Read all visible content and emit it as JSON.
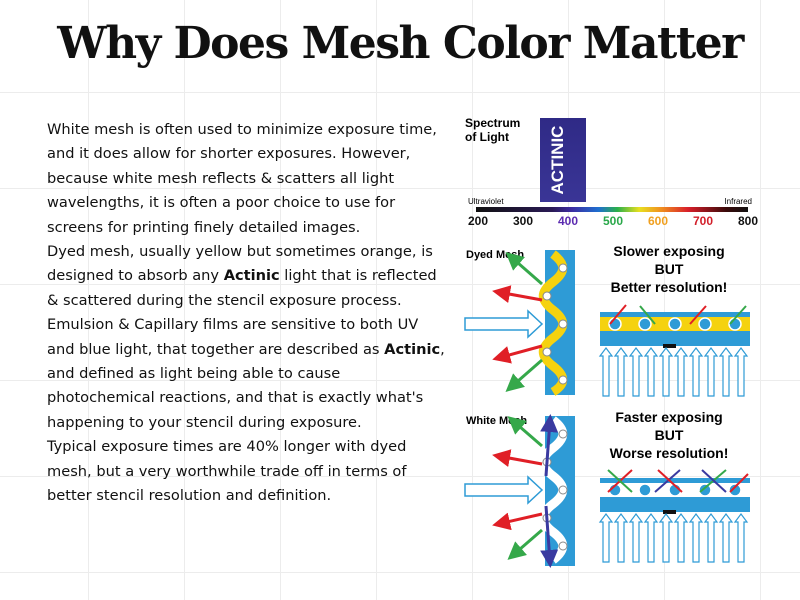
{
  "title": "Why Does Mesh Color Matter",
  "paragraphs": [
    "White mesh is often used to minimize exposure time, and it does allow for shorter exposures. However, because white mesh reflects & scatters all light wavelengths, it is often a poor choice to use for screens for printing finely detailed images.",
    "Dyed mesh, usually yellow but sometimes orange, is designed to absorb any <b>Actinic</b> light that is reflected & scattered during the stencil exposure process.",
    "Emulsion & Capillary films are sensitive to both UV and blue light, that together are described as <b>Actinic</b>, and defined as light being able to cause photochemical reactions, and that is exactly what's happening to your stencil during exposure.",
    "Typical exposure times are 40% longer with dyed mesh, but a very worthwhile trade off in terms of better stencil resolution and definition."
  ],
  "spectrum": {
    "label_line1": "Spectrum",
    "label_line2": "of Light",
    "band_label": "ACTINIC",
    "left_label": "Ultraviolet",
    "right_label": "Infrared",
    "ticks": [
      {
        "value": "200",
        "color": "#111111"
      },
      {
        "value": "300",
        "color": "#111111"
      },
      {
        "value": "400",
        "color": "#5b2bb0"
      },
      {
        "value": "500",
        "color": "#2aa84a"
      },
      {
        "value": "600",
        "color": "#f0a020"
      },
      {
        "value": "700",
        "color": "#d21f2a"
      },
      {
        "value": "800",
        "color": "#111111"
      }
    ]
  },
  "dyed": {
    "label": "Dyed Mesh",
    "caption_line1": "Slower exposing",
    "caption_line2": "BUT",
    "caption_line3": "Better resolution!",
    "mesh_color": "#f5d20f"
  },
  "white": {
    "label": "White Mesh",
    "caption_line1": "Faster exposing",
    "caption_line2": "BUT",
    "caption_line3": "Worse resolution!",
    "mesh_color": "#ffffff"
  },
  "colors": {
    "film_blue": "#2e9bd6",
    "actinic_purple": "#3a2d8f",
    "ray_green": "#35a84a",
    "ray_red": "#e01f26",
    "ray_blue": "#3a3aa0"
  }
}
